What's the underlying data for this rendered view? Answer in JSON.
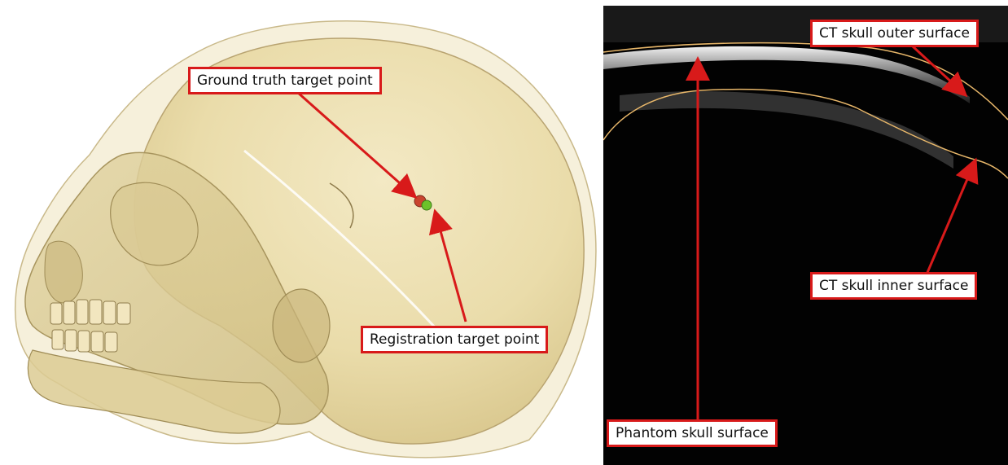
{
  "figure": {
    "left_panel": {
      "labels": {
        "ground_truth": "Ground truth target point",
        "registration": "Registration target point"
      },
      "markers": {
        "ground_truth_color": "#c9442e",
        "registration_color": "#6cc22a"
      }
    },
    "right_panel": {
      "labels": {
        "outer_surface": "CT skull outer surface",
        "inner_surface": "CT skull inner surface",
        "phantom_surface": "Phantom skull surface"
      },
      "contour_color": "#e8b76a"
    },
    "colors": {
      "callout_border": "#d81a1a",
      "arrow": "#d81a1a",
      "skull": "#e9dcae",
      "ultrasound_bg": "#020202"
    }
  }
}
